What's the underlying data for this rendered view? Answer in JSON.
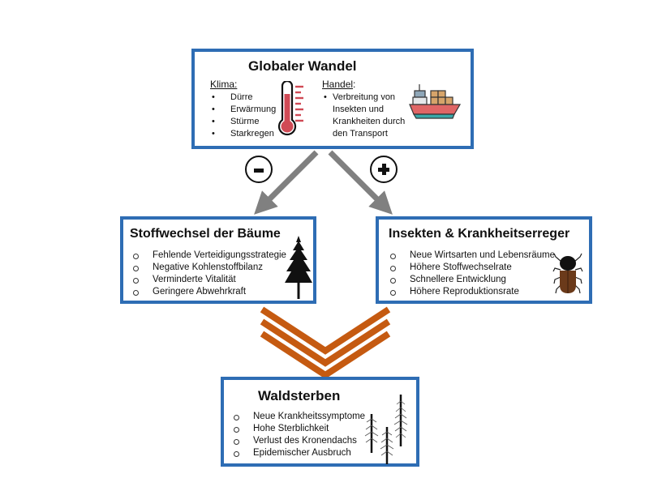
{
  "top_box": {
    "title": "Globaler Wandel",
    "klima": {
      "label": "Klima:",
      "items": [
        "Dürre",
        "Erwärmung",
        "Stürme",
        "Starkregen"
      ],
      "icon": "thermometer-icon"
    },
    "handel": {
      "label": "Handel",
      "label_suffix": ":",
      "items": [
        "Verbreitung von",
        "Insekten und",
        "Krankheiten durch",
        "den Transport"
      ],
      "icon": "cargo-ship-icon"
    }
  },
  "signs": {
    "negative": "-",
    "positive": "+"
  },
  "left_box": {
    "title": "Stoffwechsel der Bäume",
    "items": [
      "Fehlende Verteidigungsstrategie",
      "Negative Kohlenstoffbilanz",
      "Verminderte Vitalität",
      "Geringere Abwehrkraft"
    ],
    "icon": "conifer-tree-icon"
  },
  "right_box": {
    "title": "Insekten & Krankheitserreger",
    "items": [
      "Neue Wirtsarten und Lebensräume",
      "Höhere Stoffwechselrate",
      "Schnellere Entwicklung",
      "Höhere Reproduktionsrate"
    ],
    "icon": "bark-beetle-icon"
  },
  "bottom_box": {
    "title": "Waldsterben",
    "items": [
      "Neue Krankheitssymptome",
      "Hohe Sterblichkeit",
      "Verlust des Kronendachs",
      "Epidemischer Ausbruch"
    ],
    "icon": "dead-trees-icon"
  },
  "colors": {
    "box_border": "#2e6db4",
    "arrow": "#808080",
    "chevron": "#c55a11",
    "thermometer": "#d04a55",
    "ship_hull": "#e06666",
    "ship_water": "#3aa8a8",
    "cargo": "#d6a46a"
  }
}
